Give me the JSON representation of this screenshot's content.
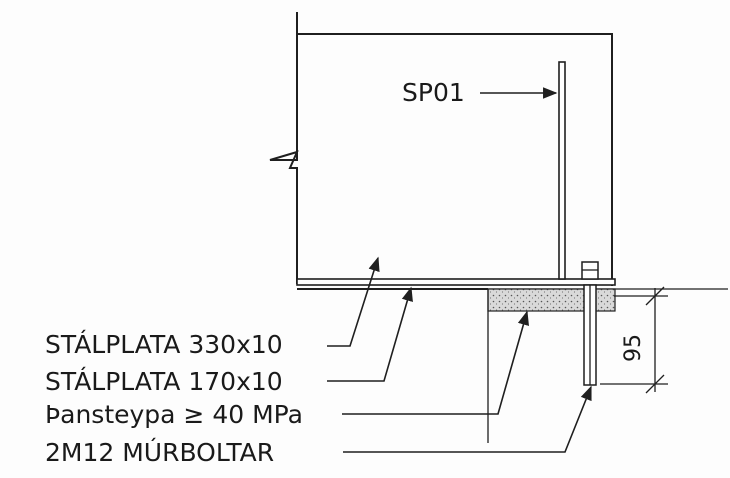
{
  "diagram": {
    "plate_tag": "SP01",
    "labels": [
      "STÁLPLATA 330x10",
      "STÁLPLATA 170x10",
      "Þansteypa ≥ 40 MPa",
      "2M12 MÚRBOLTAR"
    ],
    "dimension": "95"
  }
}
